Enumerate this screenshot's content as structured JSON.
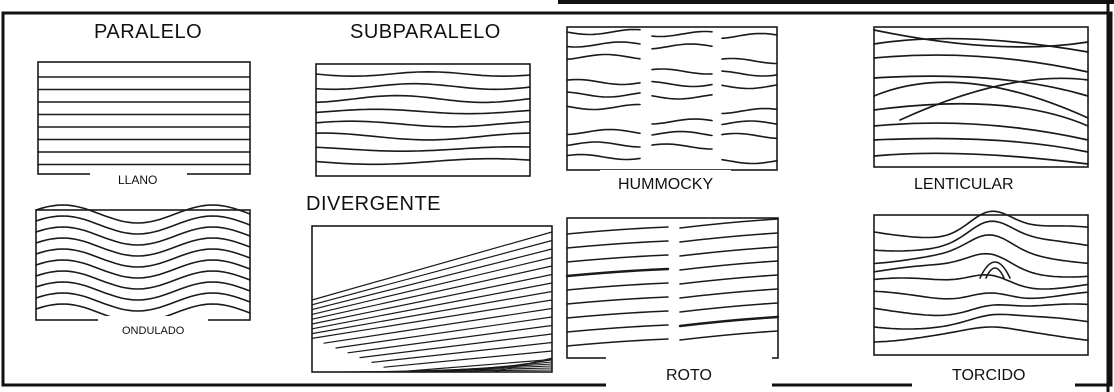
{
  "labels": {
    "paralelo": "PARALELO",
    "subparalelo": "SUBPARALELO",
    "llano": "LLANO",
    "divergente": "DIVERGENTE",
    "ondulado": "ONDULADO",
    "hummocky": "HUMMOCKY",
    "lenticular": "LENTICULAR",
    "roto": "ROTO",
    "torcido": "TORCIDO"
  },
  "colors": {
    "line": "#1a1a1a",
    "background": "#ffffff",
    "sheet": "#f4f4f2"
  }
}
